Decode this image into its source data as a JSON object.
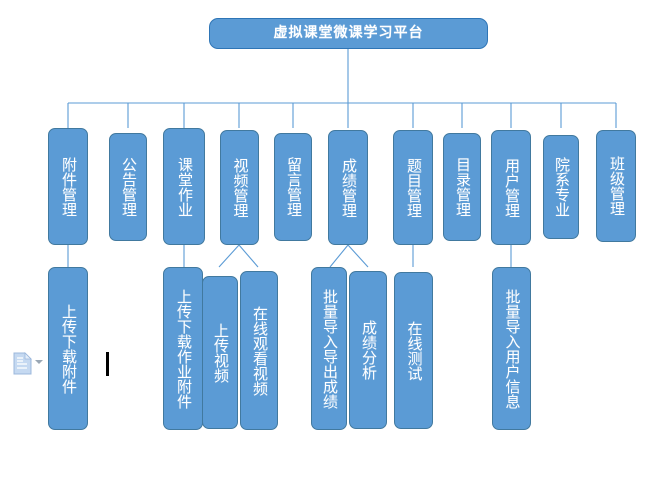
{
  "diagram": {
    "type": "organizational-hierarchy",
    "title_node": {
      "label": "虚拟课堂微课学习平台"
    },
    "colors": {
      "node_fill": "#5B9BD5",
      "node_border": "#41799F",
      "title_border": "#2E75B6",
      "connector": "#5B9BD5",
      "text": "#FFFFFF",
      "background": "#FFFFFF"
    },
    "level2": [
      {
        "id": "attachment",
        "label": "附件管理"
      },
      {
        "id": "notice",
        "label": "公告管理"
      },
      {
        "id": "homework",
        "label": "课堂作业"
      },
      {
        "id": "video",
        "label": "视频管理"
      },
      {
        "id": "message",
        "label": "留言管理"
      },
      {
        "id": "score",
        "label": "成绩管理"
      },
      {
        "id": "question",
        "label": "题目管理"
      },
      {
        "id": "catalog",
        "label": "目录管理"
      },
      {
        "id": "user",
        "label": "用户管理"
      },
      {
        "id": "department",
        "label": "院系专业"
      },
      {
        "id": "class",
        "label": "班级管理"
      }
    ],
    "level3": [
      {
        "id": "upload-download-attachment",
        "label": "上传下载附件",
        "parent": "attachment"
      },
      {
        "id": "upload-download-homework",
        "label": "上传下载作业附件",
        "parent": "homework"
      },
      {
        "id": "upload-video",
        "label": "上传视频",
        "parent": "video"
      },
      {
        "id": "watch-video-online",
        "label": "在线观看视频",
        "parent": "video"
      },
      {
        "id": "import-export-score",
        "label": "批量导入导出成绩",
        "parent": "score"
      },
      {
        "id": "score-analysis",
        "label": "成绩分析",
        "parent": "score"
      },
      {
        "id": "online-test",
        "label": "在线测试",
        "parent": "question"
      },
      {
        "id": "import-user-info",
        "label": "批量导入用户信息",
        "parent": "user"
      }
    ],
    "overlays": {
      "paste_options_icon": "paste-options-icon",
      "text_cursor": "text-caret"
    }
  }
}
